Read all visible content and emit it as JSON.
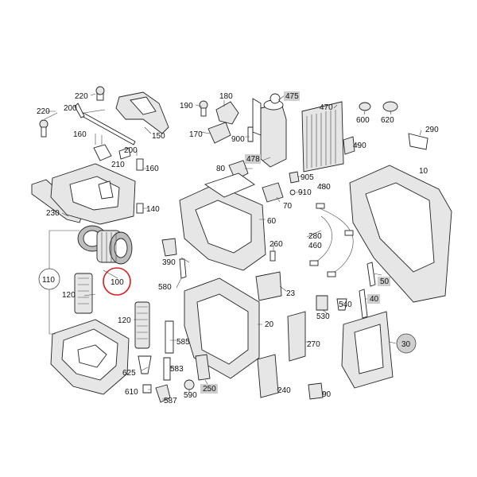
{
  "labels": {
    "l220a": "220",
    "l200a": "200",
    "l150": "150",
    "l220b": "220",
    "l160a": "160",
    "l200b": "200",
    "l210": "210",
    "l160b": "160",
    "l230": "230",
    "l140": "140",
    "l110": "110",
    "l120a": "120",
    "l100": "100",
    "l120b": "120",
    "l625": "625",
    "l610": "610",
    "l587": "587",
    "l190": "190",
    "l180": "180",
    "l170": "170",
    "l900": "900",
    "l475": "475",
    "l470": "470",
    "l600": "600",
    "l620": "620",
    "l290": "290",
    "l490": "490",
    "l80": "80",
    "l478": "478",
    "l905": "905",
    "l910": "910",
    "l10": "10",
    "l480": "480",
    "l70": "70",
    "l60": "60",
    "l390": "390",
    "l260": "260",
    "l280": "280",
    "l460": "460",
    "l580": "580",
    "l23": "23",
    "l50": "50",
    "l40": "40",
    "l540": "540",
    "l530": "530",
    "l585": "585",
    "l20": "20",
    "l270": "270",
    "l30": "30",
    "l583": "583",
    "l590": "590",
    "l250": "250",
    "l240": "240",
    "l90": "90"
  },
  "highlighted_part": "100",
  "colors": {
    "highlight": "#d81e1e",
    "label_box": "#cfcfcf",
    "line": "#222222"
  }
}
